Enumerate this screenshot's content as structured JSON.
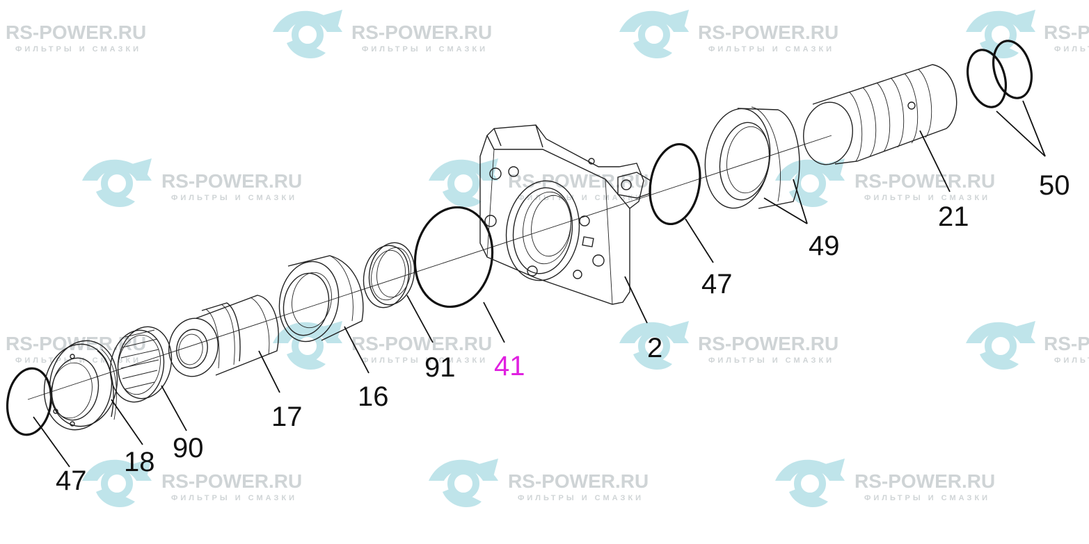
{
  "watermark": {
    "brand": "RS-POWER.RU",
    "tagline": "ФИЛЬТРЫ И СМАЗКИ",
    "logo_icon": "rs-power-logo-icon",
    "logo_color": "#bfe4ea",
    "text_color": "#cfd4d6"
  },
  "callouts": {
    "p47_left": "47",
    "p18": "18",
    "p90": "90",
    "p17": "17",
    "p16": "16",
    "p91": "91",
    "p41": "41",
    "p2": "2",
    "p47_right": "47",
    "p49": "49",
    "p21": "21",
    "p50": "50"
  },
  "colors": {
    "line": "#222222",
    "callout_text": "#111111",
    "highlight_callout": "#e020e0"
  }
}
